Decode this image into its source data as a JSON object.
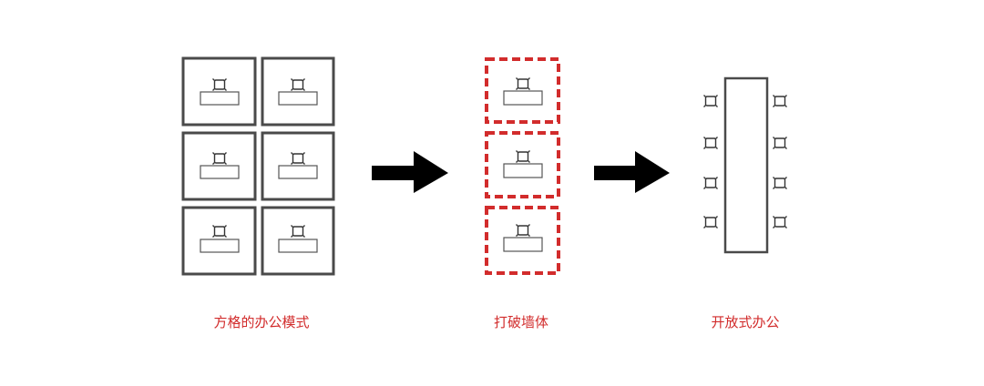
{
  "captions": {
    "grid_office": "方格的办公模式",
    "break_walls": "打破墙体",
    "open_office": "开放式办公"
  },
  "colors": {
    "accent": "#d22c2c",
    "line": "#4a4a4a",
    "arrow": "#000000",
    "background": "#ffffff"
  },
  "icons": {
    "chair": "chair-icon",
    "desk": "desk-icon",
    "arrow": "right-arrow-icon"
  }
}
